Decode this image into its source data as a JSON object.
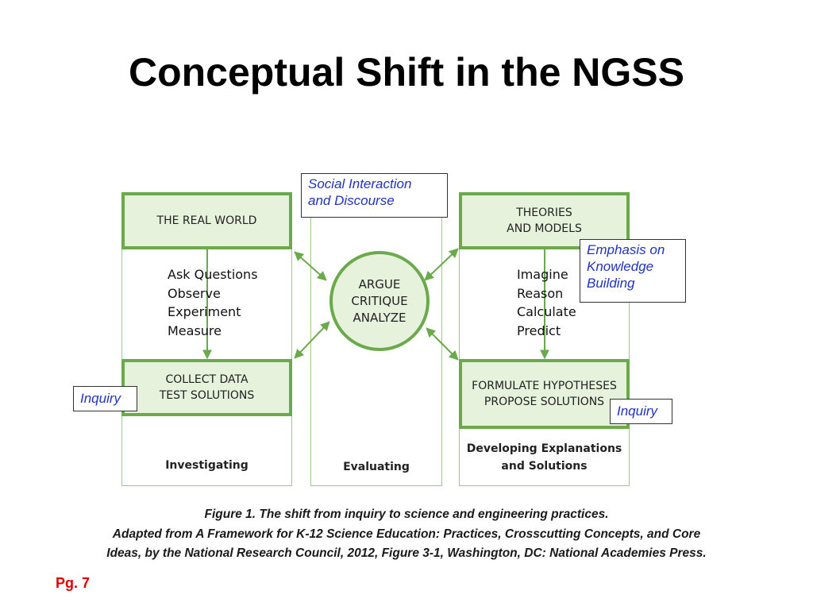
{
  "title": "Conceptual Shift in the NGSS",
  "diagram": {
    "boxes": {
      "real_world": "THE REAL WORLD",
      "collect_data": [
        "COLLECT DATA",
        "TEST SOLUTIONS"
      ],
      "theories": [
        "THEORIES",
        "AND MODELS"
      ],
      "formulate": [
        "FORMULATE HYPOTHESES",
        "PROPOSE SOLUTIONS"
      ]
    },
    "center_circle": [
      "ARGUE",
      "CRITIQUE",
      "ANALYZE"
    ],
    "left_list": [
      "Ask Questions",
      "Observe",
      "Experiment",
      "Measure"
    ],
    "right_list": [
      "Imagine",
      "Reason",
      "Calculate",
      "Predict"
    ],
    "notes": {
      "social": [
        "Social Interaction",
        "and Discourse"
      ],
      "emphasis": [
        "Emphasis on",
        "Knowledge",
        "Building"
      ],
      "inquiry_left": "Inquiry",
      "inquiry_right": "Inquiry"
    },
    "columns": {
      "left": "Investigating",
      "middle": "Evaluating",
      "right": [
        "Developing Explanations",
        "and Solutions"
      ]
    },
    "colors": {
      "green_border": "#6aaa4b",
      "green_fill": "#e6f2dc",
      "note_text": "#1f33c4",
      "page_ref": "#e00000"
    }
  },
  "caption": {
    "line1": "Figure 1. The shift from inquiry to science and engineering practices.",
    "line2": "Adapted from A Framework for K-12 Science Education: Practices, Crosscutting Concepts, and Core",
    "line3": "Ideas, by the National Research Council, 2012, Figure 3-1, Washington, DC: National Academies Press."
  },
  "page_ref": "Pg. 7"
}
